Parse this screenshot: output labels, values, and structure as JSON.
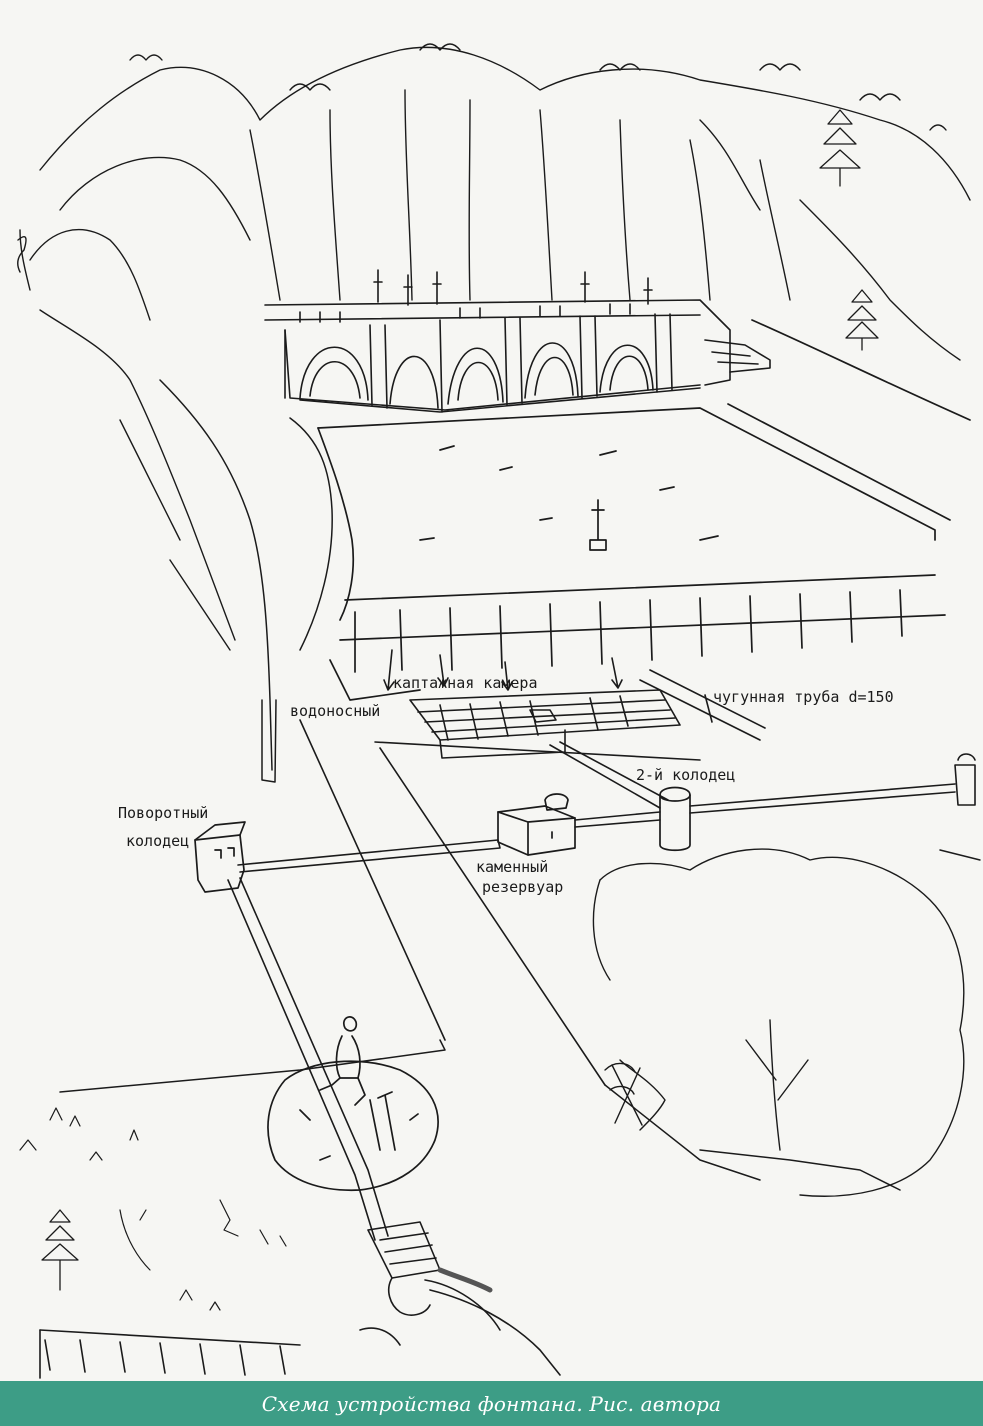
{
  "labels": {
    "turning_well": [
      "Поворотный",
      "колодец"
    ],
    "fountain_chamber": "каптажная камера",
    "cast_iron_pipe": "чугунная труба d=150",
    "well_2": "2-й колодец",
    "stone_reservoir": [
      "каменный",
      "резервуар"
    ],
    "inlet": "водоносный"
  },
  "caption": "Схема устройства фонтана. Рис. автора",
  "colors": {
    "ink": "#1b1b1b",
    "paper": "#f6f6f3",
    "caption_bar": "#3d9d86",
    "caption_text": "#ffffff"
  }
}
